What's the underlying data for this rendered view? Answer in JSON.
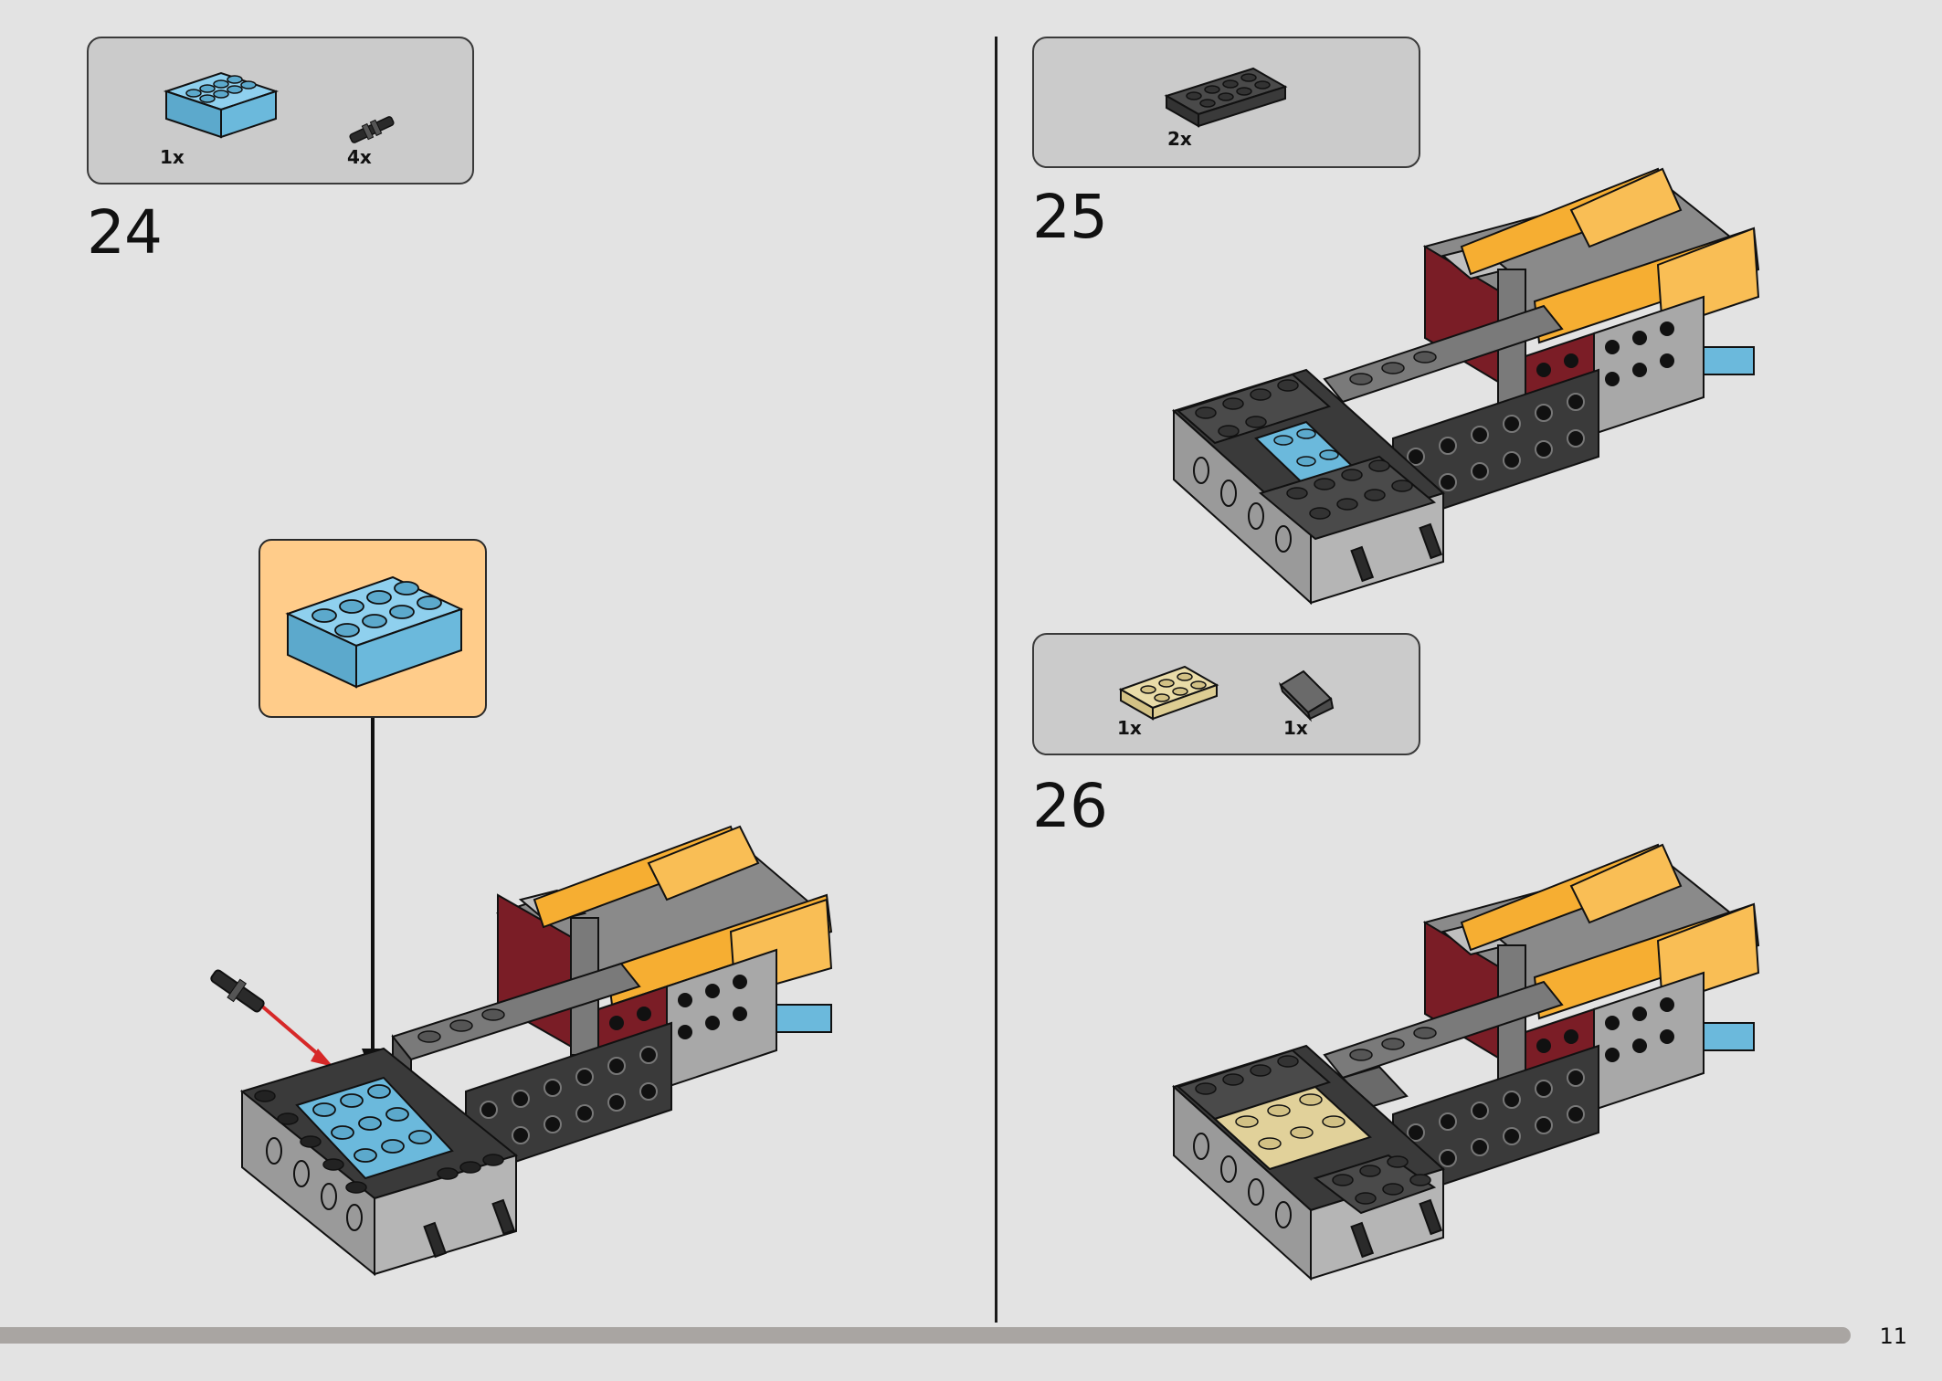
{
  "page": {
    "number": "11"
  },
  "steps": [
    {
      "number": "24",
      "parts": [
        {
          "qty": "1x",
          "part": "light-blue-brick-2x4"
        },
        {
          "qty": "4x",
          "part": "black-axle-pin"
        }
      ]
    },
    {
      "number": "25",
      "parts": [
        {
          "qty": "2x",
          "part": "black-plate-2x4"
        }
      ]
    },
    {
      "number": "26",
      "parts": [
        {
          "qty": "1x",
          "part": "tan-plate-2x3"
        },
        {
          "qty": "1x",
          "part": "dark-gray-slope"
        }
      ]
    }
  ],
  "colors": {
    "background": "#e3e3e3",
    "parts_box": "#cbcbcb",
    "callout": "#ffcc8a",
    "light_blue": "#6bb9dc",
    "orange": "#f6ae32",
    "dark_red": "#7b1d26",
    "tan": "#e1d19a",
    "dark_gray": "#4a4a4a",
    "arrow_red": "#d62828"
  }
}
